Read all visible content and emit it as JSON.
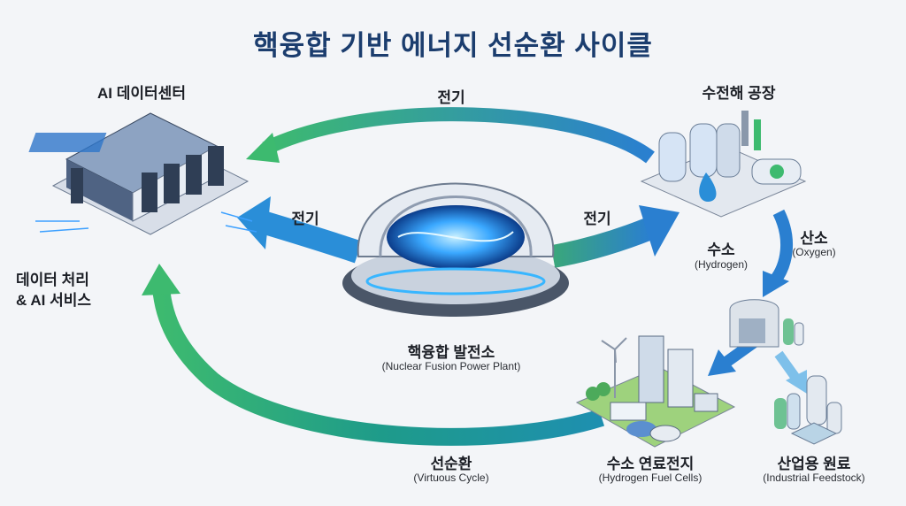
{
  "title": "핵융합 기반 에너지 선순환 사이클",
  "nodes": {
    "datacenter": {
      "label": "AI 데이터센터"
    },
    "electrolysis": {
      "label": "수전해 공장"
    },
    "fusion": {
      "label": "핵융합 발전소",
      "sub": "(Nuclear Fusion Power Plant)"
    },
    "data_service": {
      "line1": "데이터 처리",
      "line2": "& AI 서비스"
    },
    "fuelcell": {
      "label": "수소 연료전지",
      "sub": "(Hydrogen Fuel Cells)"
    },
    "feedstock": {
      "label": "산업용 원료",
      "sub": "(Industrial Feedstock)"
    },
    "cycle": {
      "label": "선순환",
      "sub": "(Virtuous Cycle)"
    }
  },
  "flows": {
    "top_electricity": "전기",
    "left_electricity": "전기",
    "right_electricity": "전기",
    "hydrogen": {
      "label": "수소",
      "sub": "(Hydrogen)"
    },
    "oxygen": {
      "label": "산소",
      "sub": "(Oxygen)"
    }
  },
  "colors": {
    "title": "#1b3d6e",
    "green": "#3dba6f",
    "blue": "#2a7fd0",
    "teal": "#1e9b8a"
  }
}
